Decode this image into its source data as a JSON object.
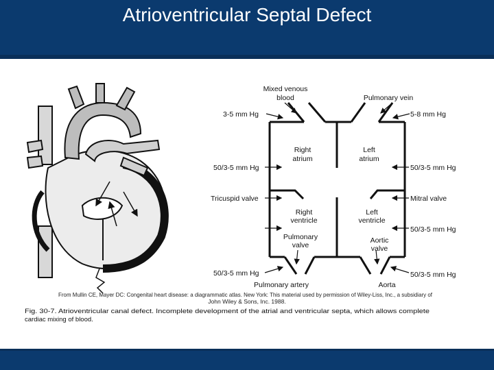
{
  "slide": {
    "title": "Atrioventricular Septal Defect",
    "colors": {
      "header": "#0b3a6e",
      "footer": "#0b3a6e"
    }
  },
  "diagram": {
    "labels": {
      "mixed_venous_1": "Mixed venous",
      "mixed_venous_2": "blood",
      "pulmonary_vein": "Pulmonary vein",
      "p_left_top": "3-5 mm Hg",
      "p_right_top": "5-8 mm Hg",
      "right_atrium_1": "Right",
      "right_atrium_2": "atrium",
      "left_atrium_1": "Left",
      "left_atrium_2": "atrium",
      "p_left_atrium": "50/3-5 mm Hg",
      "p_right_atrium": "50/3-5 mm Hg",
      "tricuspid": "Tricuspid valve",
      "mitral": "Mitral valve",
      "right_ventricle_1": "Right",
      "right_ventricle_2": "ventricle",
      "left_ventricle_1": "Left",
      "left_ventricle_2": "ventricle",
      "p_right_ventricle": "50/3-5 mm Hg",
      "pulmonary_valve_1": "Pulmonary",
      "pulmonary_valve_2": "valve",
      "aortic_valve_1": "Aortic",
      "aortic_valve_2": "valve",
      "p_left_bottom": "50/3-5 mm Hg",
      "p_right_bottom": "50/3-5 mm Hg",
      "pulmonary_artery": "Pulmonary artery",
      "aorta": "Aorta"
    },
    "source_1": "From Mullin CE, Mayer DC: Congenital heart disease: a diagrammatic atlas. New York: This material used by permission of Wiley-Liss, Inc., a subsidiary of",
    "source_2": "John Wiley & Sons, Inc. 1988.",
    "caption_1": "Fig. 30-7. Atrioventricular canal defect. Incomplete development of the atrial and ventricular septa, which allows complete",
    "caption_2": "cardiac mixing of blood."
  }
}
